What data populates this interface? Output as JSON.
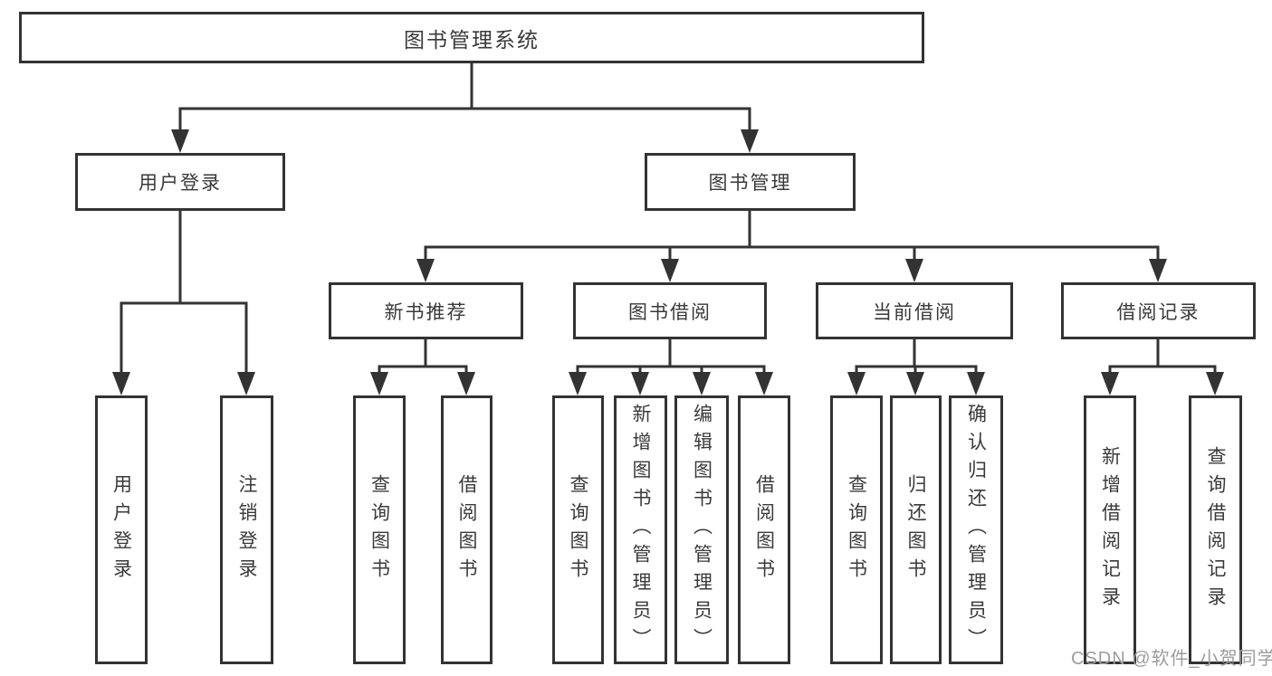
{
  "tree": {
    "label": "图书管理系统",
    "children": [
      {
        "label": "用户登录",
        "children": [
          {
            "label": "用户登录"
          },
          {
            "label": "注销登录"
          }
        ]
      },
      {
        "label": "图书管理",
        "children": [
          {
            "label": "新书推荐",
            "children": [
              {
                "label": "查询图书"
              },
              {
                "label": "借阅图书"
              }
            ]
          },
          {
            "label": "图书借阅",
            "children": [
              {
                "label": "查询图书"
              },
              {
                "label": "新增图书（管理员）"
              },
              {
                "label": "编辑图书（管理员）"
              },
              {
                "label": "借阅图书"
              }
            ]
          },
          {
            "label": "当前借阅",
            "children": [
              {
                "label": "查询图书"
              },
              {
                "label": "归还图书"
              },
              {
                "label": "确认归还（管理员）"
              }
            ]
          },
          {
            "label": "借阅记录",
            "children": [
              {
                "label": "新增借阅记录"
              },
              {
                "label": "查询借阅记录"
              }
            ]
          }
        ]
      }
    ]
  },
  "watermark": {
    "text": "CSDN @软件_小贺同学"
  },
  "colors": {
    "line": "#333333",
    "text": "#3a3a3a",
    "watermark": "#9c9c9c",
    "background": "#ffffff"
  }
}
